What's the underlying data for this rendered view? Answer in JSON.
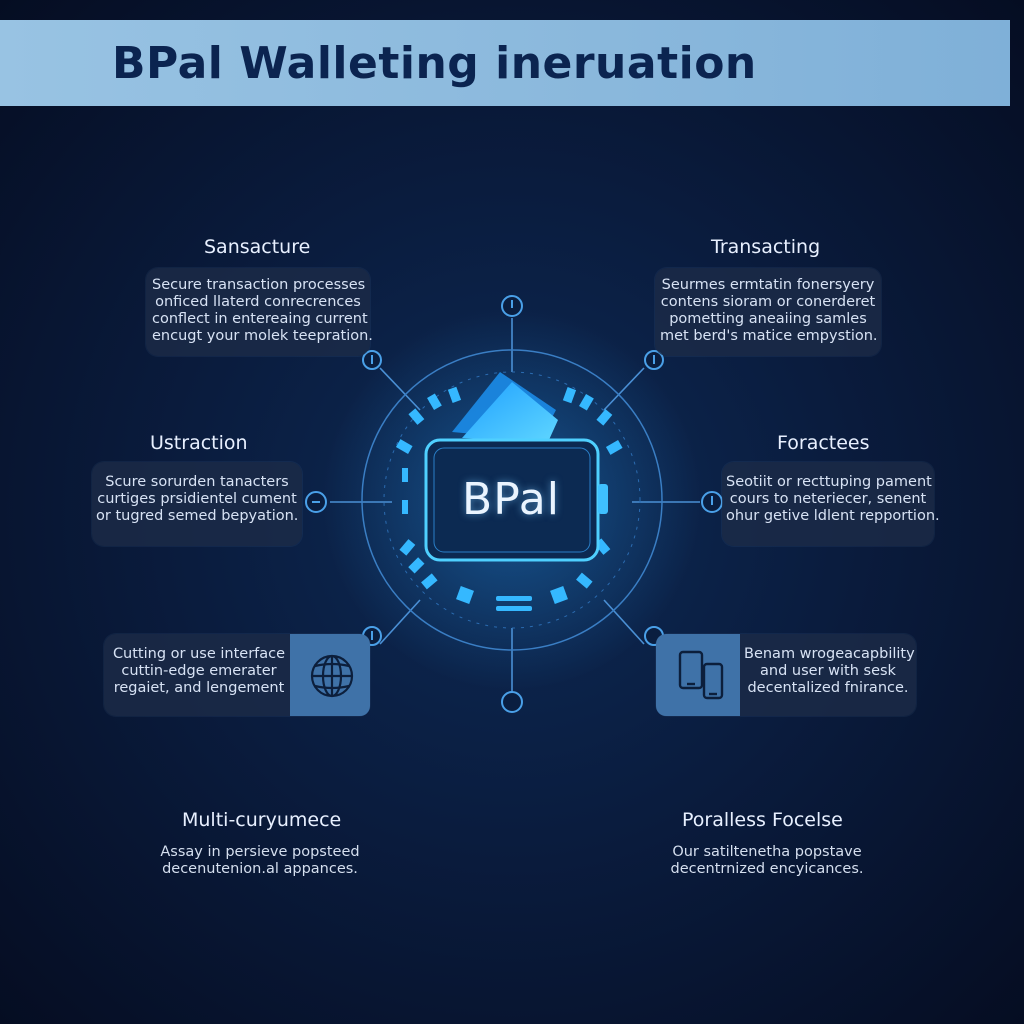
{
  "title": "BPal Walleting ineruation",
  "hub": {
    "label": "BPal"
  },
  "nodes": [
    {
      "heading": "Sansacture",
      "lines": [
        "Secure transaction processes",
        "onficed llaterd conrecrences",
        "conflect in entereaing current",
        "encugt your molek teepration."
      ]
    },
    {
      "heading": "Transacting",
      "lines": [
        "Seurmes ermtatin fonersyery",
        "contens sioram or conerderet",
        "pometting aneaiing samles",
        "met berd's matice empystion."
      ]
    },
    {
      "heading": "Ustraction",
      "lines": [
        "Scure sorurden tanacters",
        "curtiges prsidientel cument",
        "or tugred semed bepyation."
      ]
    },
    {
      "heading": "Foractees",
      "lines": [
        "Seotiit or recttuping pament",
        "cours to neteriecer, senent",
        "ohur getive ldlent repportion."
      ]
    },
    {
      "heading": "",
      "icon": "globe-icon",
      "lines": [
        "Cutting or use interface",
        "cuttin-edge emerater",
        "regaiet, and lengement"
      ]
    },
    {
      "heading": "",
      "icon": "devices-icon",
      "lines": [
        "Benam wrogeacapbility",
        "and user with sesk",
        "decentalized fnirance."
      ]
    },
    {
      "heading": "Multi-curyumece",
      "lines": [
        "Assay in persieve popsteed",
        "decenutenion.al appances."
      ]
    },
    {
      "heading": "Poralless Focelse",
      "lines": [
        "Our satiltenetha popstave",
        "decentrnized encyicances."
      ]
    }
  ],
  "colors": {
    "title_bar": "#8fbde0",
    "title_text": "#0b2450",
    "accent": "#3fc0ff",
    "line": "#4a8fd4",
    "card": "#1c2c48",
    "icon_panel": "#3f72a8"
  }
}
